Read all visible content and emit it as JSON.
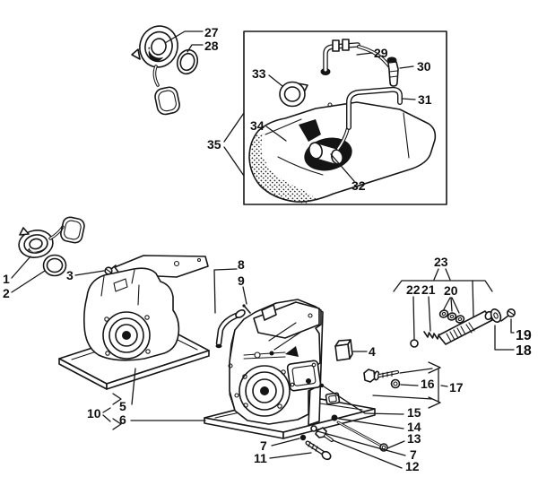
{
  "colors": {
    "ink": "#161616",
    "paper": "#ffffff",
    "dark_fill": "#141414"
  },
  "callouts": {
    "c1": "1",
    "c2": "2",
    "c3": "3",
    "c4": "4",
    "c5": "5",
    "c6": "6",
    "c7l": "7",
    "c7r": "7",
    "c8": "8",
    "c9": "9",
    "c10": "10",
    "c11": "11",
    "c12": "12",
    "c13": "13",
    "c14": "14",
    "c15": "15",
    "c16": "16",
    "c17": "17",
    "c18": "18",
    "c19": "19",
    "c20": "20",
    "c21": "21",
    "c22": "22",
    "c23": "23",
    "c27": "27",
    "c28": "28",
    "c29": "29",
    "c30": "30",
    "c31": "31",
    "c32": "32",
    "c33": "33",
    "c34": "34",
    "c35": "35"
  }
}
